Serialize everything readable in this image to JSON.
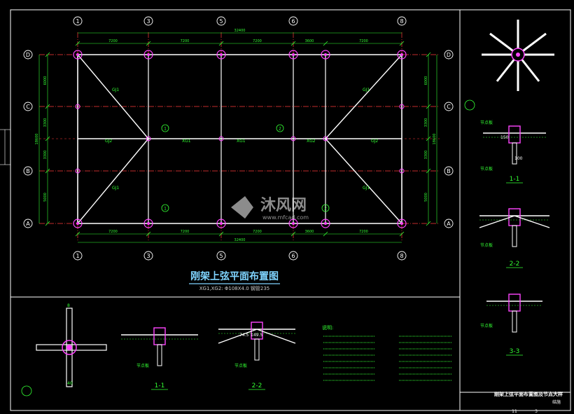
{
  "colors": {
    "background": "#000000",
    "frame": "#ffffff",
    "beam": "#ffffff",
    "grid_line": "#ff3b3b",
    "column": "#ff44ff",
    "bubble": "#ffffff",
    "dimension": "#33ff33",
    "label": "#33ff33",
    "title": "#7fd4ff",
    "watermark": "#ffffff"
  },
  "plan": {
    "title": "刚架上弦平面布置图",
    "subtitle": "XG1,XG2: Φ108X4.0   钢管235",
    "col_axes": [
      "1",
      "3",
      "5",
      "6",
      "8"
    ],
    "row_axes": [
      "D",
      "C",
      "B",
      "A"
    ],
    "dims_top": [
      "7200",
      "7200",
      "7200",
      "3600",
      "7200"
    ],
    "dims_bottom": [
      "7200",
      "7200",
      "7200",
      "3600",
      "7200"
    ],
    "overall_top": "32400",
    "overall_bottom": "32400",
    "dims_left": [
      "6000",
      "3300",
      "3300",
      "5000"
    ],
    "dims_right": [
      "6000",
      "3300",
      "3300",
      "5000"
    ],
    "overall_left": "18600",
    "overall_right": "18600",
    "beam_labels": [
      "GJ1",
      "GJ1",
      "GJ1",
      "GJ1",
      "GJ2",
      "XG1",
      "XG1",
      "XG2",
      "GJ2"
    ],
    "section_markers": [
      "1",
      "2",
      "1",
      "2"
    ]
  },
  "details": {
    "node_label": "节点板",
    "sections": [
      "1-1",
      "2-2",
      "3-3"
    ],
    "marks": [
      "8",
      "40",
      "74.5",
      "149.5",
      "150",
      "100"
    ]
  },
  "notes": {
    "heading": "说明:"
  },
  "title_block": {
    "drawing_title": "刚架上弦平面布置图及节点大样",
    "sheet_label": "结施",
    "number_left": "11",
    "number_right": "3"
  },
  "watermark": {
    "brand": "沐风网",
    "url": "www.mfcad.com"
  }
}
